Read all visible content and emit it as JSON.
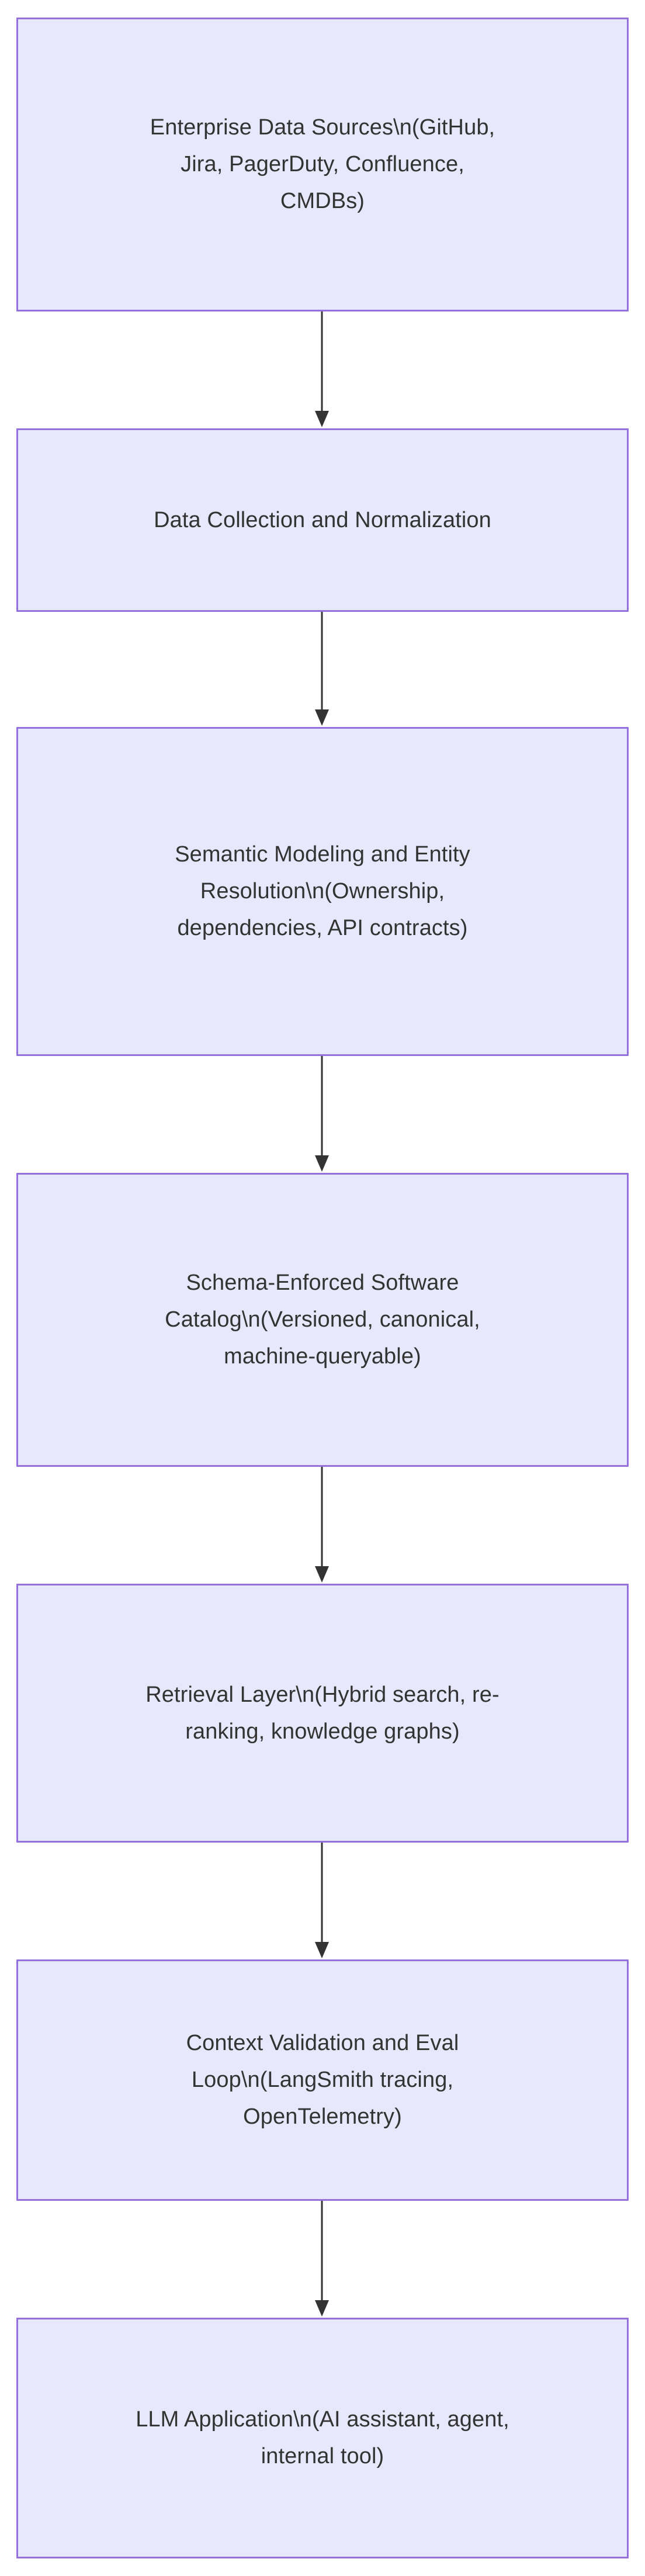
{
  "diagram": {
    "type": "flowchart",
    "orientation": "top-to-bottom",
    "colors": {
      "node_fill": "#e8e8fc",
      "node_border": "#9370db",
      "node_text": "#333333",
      "edge_stroke": "#333333",
      "background": "#ffffff"
    },
    "nodes": [
      {
        "id": "n1",
        "label": "Enterprise Data Sources\\n(GitHub, Jira, PagerDuty, Confluence, CMDBs)",
        "name": "node-enterprise-data-sources"
      },
      {
        "id": "n2",
        "label": "Data Collection and Normalization",
        "name": "node-data-collection-and-normalization"
      },
      {
        "id": "n3",
        "label": "Semantic Modeling and Entity Resolution\\n(Ownership, dependencies, API contracts)",
        "name": "node-semantic-modeling-and-entity-resolution"
      },
      {
        "id": "n4",
        "label": "Schema-Enforced Software Catalog\\n(Versioned, canonical, machine-queryable)",
        "name": "node-schema-enforced-software-catalog"
      },
      {
        "id": "n5",
        "label": "Retrieval Layer\\n(Hybrid search, re-ranking, knowledge graphs)",
        "name": "node-retrieval-layer"
      },
      {
        "id": "n6",
        "label": "Context Validation and Eval Loop\\n(LangSmith tracing, OpenTelemetry)",
        "name": "node-context-validation-and-eval-loop"
      },
      {
        "id": "n7",
        "label": "LLM Application\\n(AI assistant, agent, internal tool)",
        "name": "node-llm-application"
      }
    ],
    "edges": [
      {
        "from": "n1",
        "to": "n2",
        "label": ""
      },
      {
        "from": "n2",
        "to": "n3",
        "label": ""
      },
      {
        "from": "n3",
        "to": "n4",
        "label": ""
      },
      {
        "from": "n4",
        "to": "n5",
        "label": ""
      },
      {
        "from": "n5",
        "to": "n6",
        "label": ""
      },
      {
        "from": "n6",
        "to": "n7",
        "label": ""
      }
    ]
  }
}
